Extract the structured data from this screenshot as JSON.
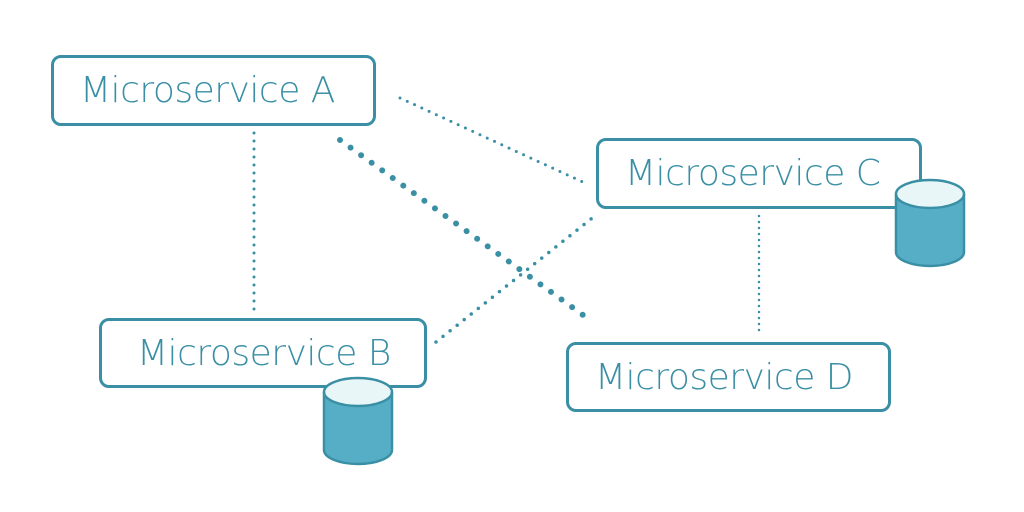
{
  "nodes": {
    "a": {
      "label": "Microservice A"
    },
    "b": {
      "label": "Microservice B"
    },
    "c": {
      "label": "Microservice C"
    },
    "d": {
      "label": "Microservice D"
    }
  },
  "colors": {
    "accent": "#3a8fa5",
    "link": "#3a8fa5",
    "db_body": "#56aec6",
    "db_top": "#e9f6f8"
  },
  "databases": [
    "microservice-b-database",
    "microservice-c-database"
  ]
}
